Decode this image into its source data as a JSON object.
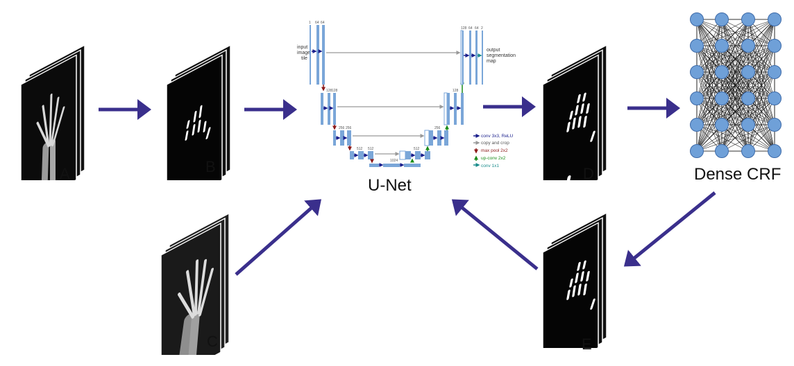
{
  "labels": {
    "a": "A",
    "b": "B",
    "c": "C",
    "d": "D",
    "e": "E"
  },
  "unet": {
    "title": "U-Net",
    "input_tile": [
      "input",
      "image",
      "tile"
    ],
    "output_map": [
      "output",
      "segmentation",
      "map"
    ],
    "legend": [
      {
        "text": "conv 3x3, ReLU",
        "color": "#1a1f8c"
      },
      {
        "text": "copy and crop",
        "color": "#777777"
      },
      {
        "text": "max pool 2x2",
        "color": "#8c1a1a"
      },
      {
        "text": "up-conv 2x2",
        "color": "#1a8c1a"
      },
      {
        "text": "conv 1x1",
        "color": "#1a8c8c"
      }
    ],
    "channels": {
      "l1_in": "1",
      "l1_a": "64",
      "l1_b": "64",
      "l2_a": "128",
      "l2_b": "128",
      "l3_a": "256",
      "l3_b": "256",
      "l4_a": "512",
      "l4_b": "512",
      "l5": "1024",
      "u4": "512",
      "u3": "256",
      "u2": "128",
      "o1": "128",
      "o2": "64",
      "o3": "64",
      "o4": "2"
    }
  },
  "crf": {
    "title": "Dense CRF",
    "node_color": "#6fa0d8"
  },
  "colors": {
    "arrow": "#3a2f8c",
    "block": "#7aa6d8"
  }
}
